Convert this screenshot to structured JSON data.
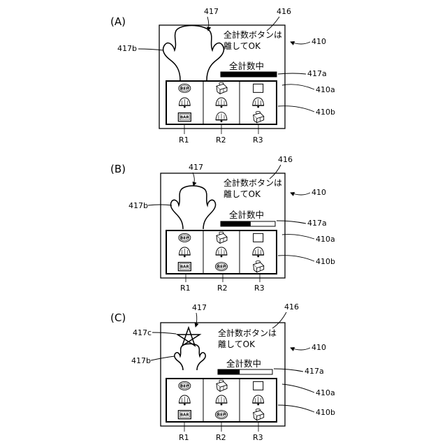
{
  "panels": [
    {
      "panel_label": "(A)",
      "message_line1": "全計数ボタンは",
      "message_line2": "離してOK",
      "status_text": "全計数中",
      "progress": 1.0,
      "ref_figure": "417",
      "ref_message": "416",
      "ref_screen": "410",
      "ref_figure_b": "417b",
      "ref_bar": "417a",
      "ref_reel_area": "410a",
      "ref_reel_frame": "410b",
      "reel_labels": [
        "R1",
        "R2",
        "R3"
      ],
      "reels": [
        [
          "REP",
          "bell",
          "BAR"
        ],
        [
          "gift",
          "bell",
          "bell"
        ],
        [
          "square",
          "bell",
          "gift"
        ]
      ]
    },
    {
      "panel_label": "(B)",
      "message_line1": "全計数ボタンは",
      "message_line2": "離してOK",
      "status_text": "全計数中",
      "progress": 0.55,
      "ref_figure": "417",
      "ref_message": "416",
      "ref_screen": "410",
      "ref_figure_b": "417b",
      "ref_bar": "417a",
      "ref_reel_area": "410a",
      "ref_reel_frame": "410b",
      "reel_labels": [
        "R1",
        "R2",
        "R3"
      ],
      "reels": [
        [
          "REP",
          "bell",
          "BAR"
        ],
        [
          "gift",
          "bell",
          "REP"
        ],
        [
          "square",
          "bell",
          "gift"
        ]
      ]
    },
    {
      "panel_label": "(C)",
      "message_line1": "全計数ボタンは",
      "message_line2": "離してOK",
      "status_text": "全計数中",
      "progress": 0.4,
      "ref_figure": "417",
      "ref_message": "416",
      "ref_screen": "410",
      "ref_figure_b": "417b",
      "ref_star": "417c",
      "ref_bar": "417a",
      "ref_reel_area": "410a",
      "ref_reel_frame": "410b",
      "reel_labels": [
        "R1",
        "R2",
        "R3"
      ],
      "reels": [
        [
          "REP",
          "bell",
          "BAR"
        ],
        [
          "gift",
          "bell",
          "REP"
        ],
        [
          "square",
          "bell",
          "gift"
        ]
      ]
    }
  ]
}
